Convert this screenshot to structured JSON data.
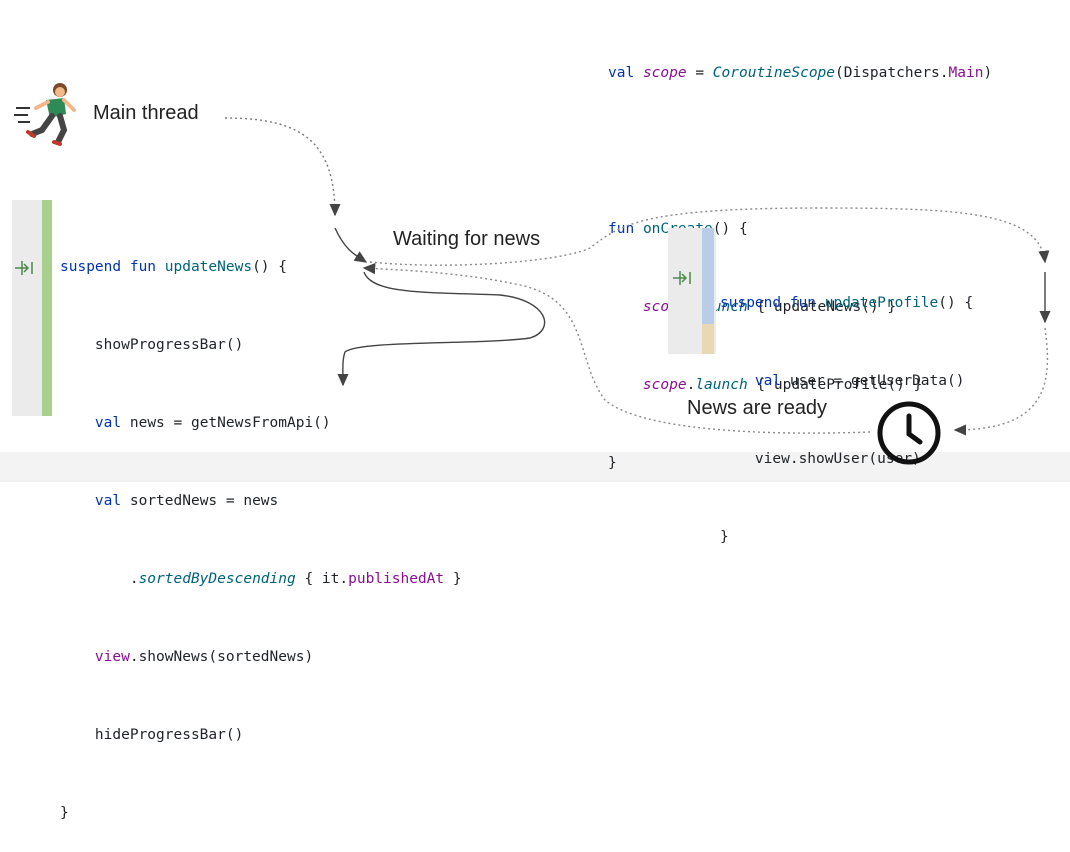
{
  "top_code": {
    "line1": {
      "kw": "val",
      "var": "scope",
      "eq": " = ",
      "cls": "CoroutineScope",
      "open": "(Dispatchers.",
      "main": "Main",
      "close": ")"
    },
    "line2": {
      "kw": "fun",
      "fn": "onCreate",
      "rest": "() {"
    },
    "line3": {
      "scope": "scope",
      "dot": ".",
      "launch": "launch",
      "rest": " { updateNews() }"
    },
    "line4": {
      "scope": "scope",
      "dot": ".",
      "launch": "launch",
      "rest": " { updateProfile() }"
    },
    "line5": "}"
  },
  "labels": {
    "main_thread": "Main thread",
    "waiting": "Waiting for news",
    "ready": "News are ready"
  },
  "news_code": {
    "l1": {
      "kw": "suspend fun",
      "fn": "updateNews",
      "rest": "() {"
    },
    "l2": "showProgressBar()",
    "l3": {
      "kw": "val",
      "rest": " news = getNewsFromApi()"
    },
    "l4": {
      "kw": "val",
      "rest": " sortedNews = news"
    },
    "l5": {
      "pre": ".",
      "fn": "sortedByDescending",
      "mid": " { it.",
      "prop": "publishedAt",
      "post": " }"
    },
    "l6": {
      "obj": "view",
      "rest": ".showNews(sortedNews)"
    },
    "l7": "hideProgressBar()",
    "l8": "}"
  },
  "profile_code": {
    "l1": {
      "kw": "suspend fun",
      "fn": "updateProfile",
      "rest": "() {"
    },
    "l2": {
      "kw": "val",
      "rest": " user = getUserData()"
    },
    "l3": "view.showUser(user)",
    "l4": "}"
  },
  "icons": [
    "runner-icon",
    "suspend-gutter-icon",
    "clock-icon"
  ],
  "colors": {
    "gutter_green": "#a9cf8c",
    "gutter_blue": "#b9cde8",
    "gutter_tan": "#ead7b4",
    "gutter_bg": "#ebebeb"
  }
}
